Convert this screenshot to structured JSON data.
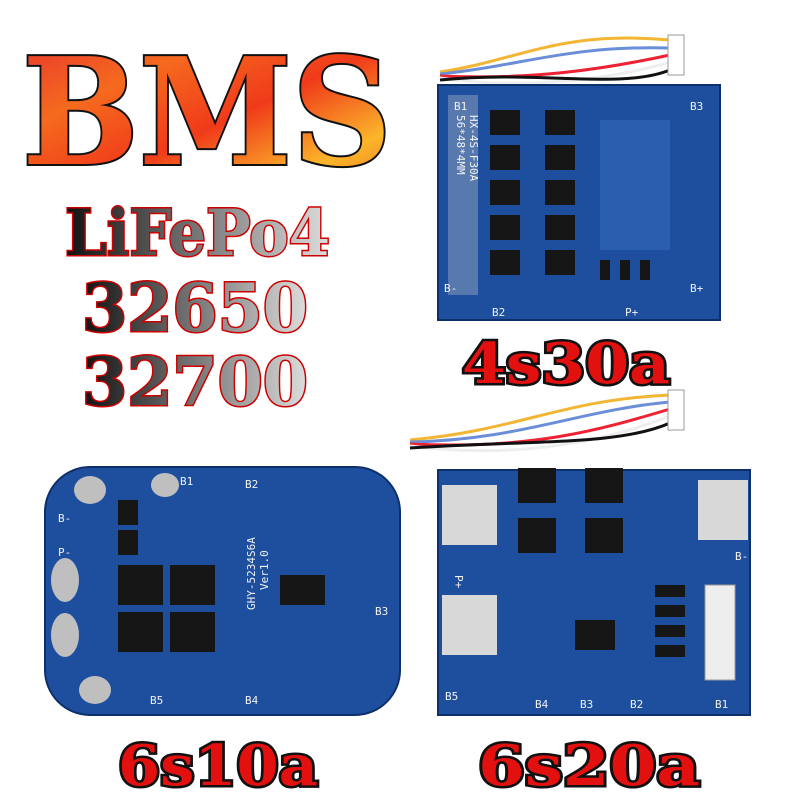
{
  "title": "BMS",
  "chemistry": "LiFePo4",
  "cell_sizes": [
    "32650",
    "32700"
  ],
  "colors": {
    "board_blue": "#1d4f9e",
    "label_red": "#e31010",
    "title_orange": "#f25a1e"
  },
  "boards": [
    {
      "model": "4s30a",
      "silkscreen": [
        "HX-4S-F30A",
        "56*48*4MM"
      ],
      "pads": [
        "B1",
        "B3",
        "B-",
        "B2",
        "P+",
        "B+"
      ]
    },
    {
      "model": "6s10a",
      "silkscreen": [
        "GHY-5234S6A",
        "Ver1.0"
      ],
      "pads": [
        "B1",
        "B2",
        "B-",
        "P-",
        "B3",
        "B4",
        "B5"
      ]
    },
    {
      "model": "6s20a",
      "silkscreen": [],
      "pads": [
        "P+",
        "B-",
        "B5",
        "B4",
        "B3",
        "B2",
        "B1"
      ]
    }
  ]
}
